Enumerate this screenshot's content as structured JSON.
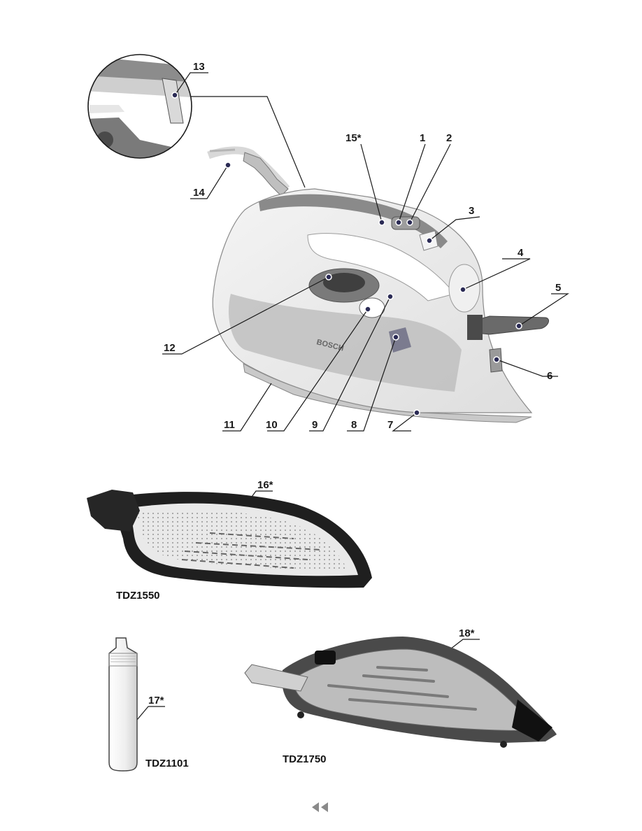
{
  "brand": "BOSCH",
  "callouts": [
    "1",
    "2",
    "3",
    "4",
    "5",
    "6",
    "7",
    "8",
    "9",
    "10",
    "11",
    "12",
    "13",
    "14",
    "15*",
    "16*",
    "17*",
    "18*"
  ],
  "accessories": {
    "soleplate_cover_model": "TDZ1550",
    "descaler_bottle_model": "TDZ1101",
    "soleplate_protector_model": "TDZ1750"
  },
  "nav": {
    "icon": "double-left-triangle-icon"
  }
}
